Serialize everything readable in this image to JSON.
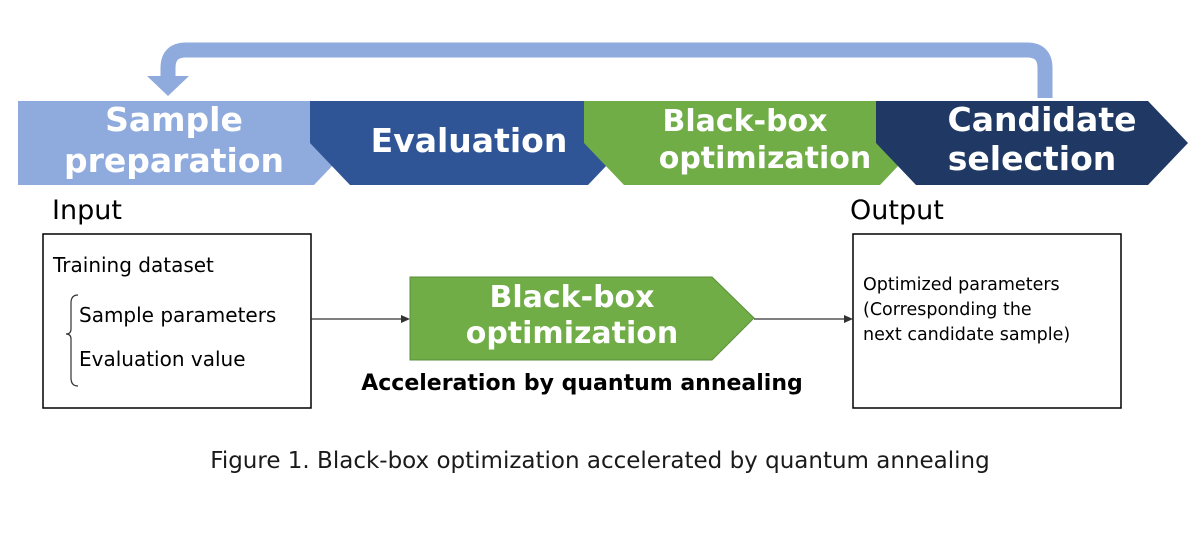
{
  "colors": {
    "feedback_arrow": "#8faadc",
    "step_sample_preparation": "#8faadc",
    "step_evaluation": "#2f5597",
    "step_blackbox": "#70ad47",
    "step_candidate_selection": "#203864",
    "box_border": "#000000"
  },
  "pipeline": {
    "sample_preparation": {
      "line1": "Sample",
      "line2": "preparation"
    },
    "evaluation": {
      "line1": "Evaluation"
    },
    "blackbox": {
      "line1": "Black-box",
      "line2": "optimization"
    },
    "candidate_selection": {
      "line1": "Candidate",
      "line2": "selection"
    }
  },
  "input": {
    "heading": "Input",
    "title": "Training dataset",
    "items": [
      "Sample parameters",
      "Evaluation value"
    ]
  },
  "center": {
    "line1": "Black-box",
    "line2": "optimization",
    "note": "Acceleration by quantum annealing"
  },
  "output": {
    "heading": "Output",
    "lines": [
      "Optimized parameters",
      "(Corresponding the",
      "next candidate sample)"
    ]
  },
  "caption": "Figure 1. Black-box optimization accelerated by quantum annealing"
}
